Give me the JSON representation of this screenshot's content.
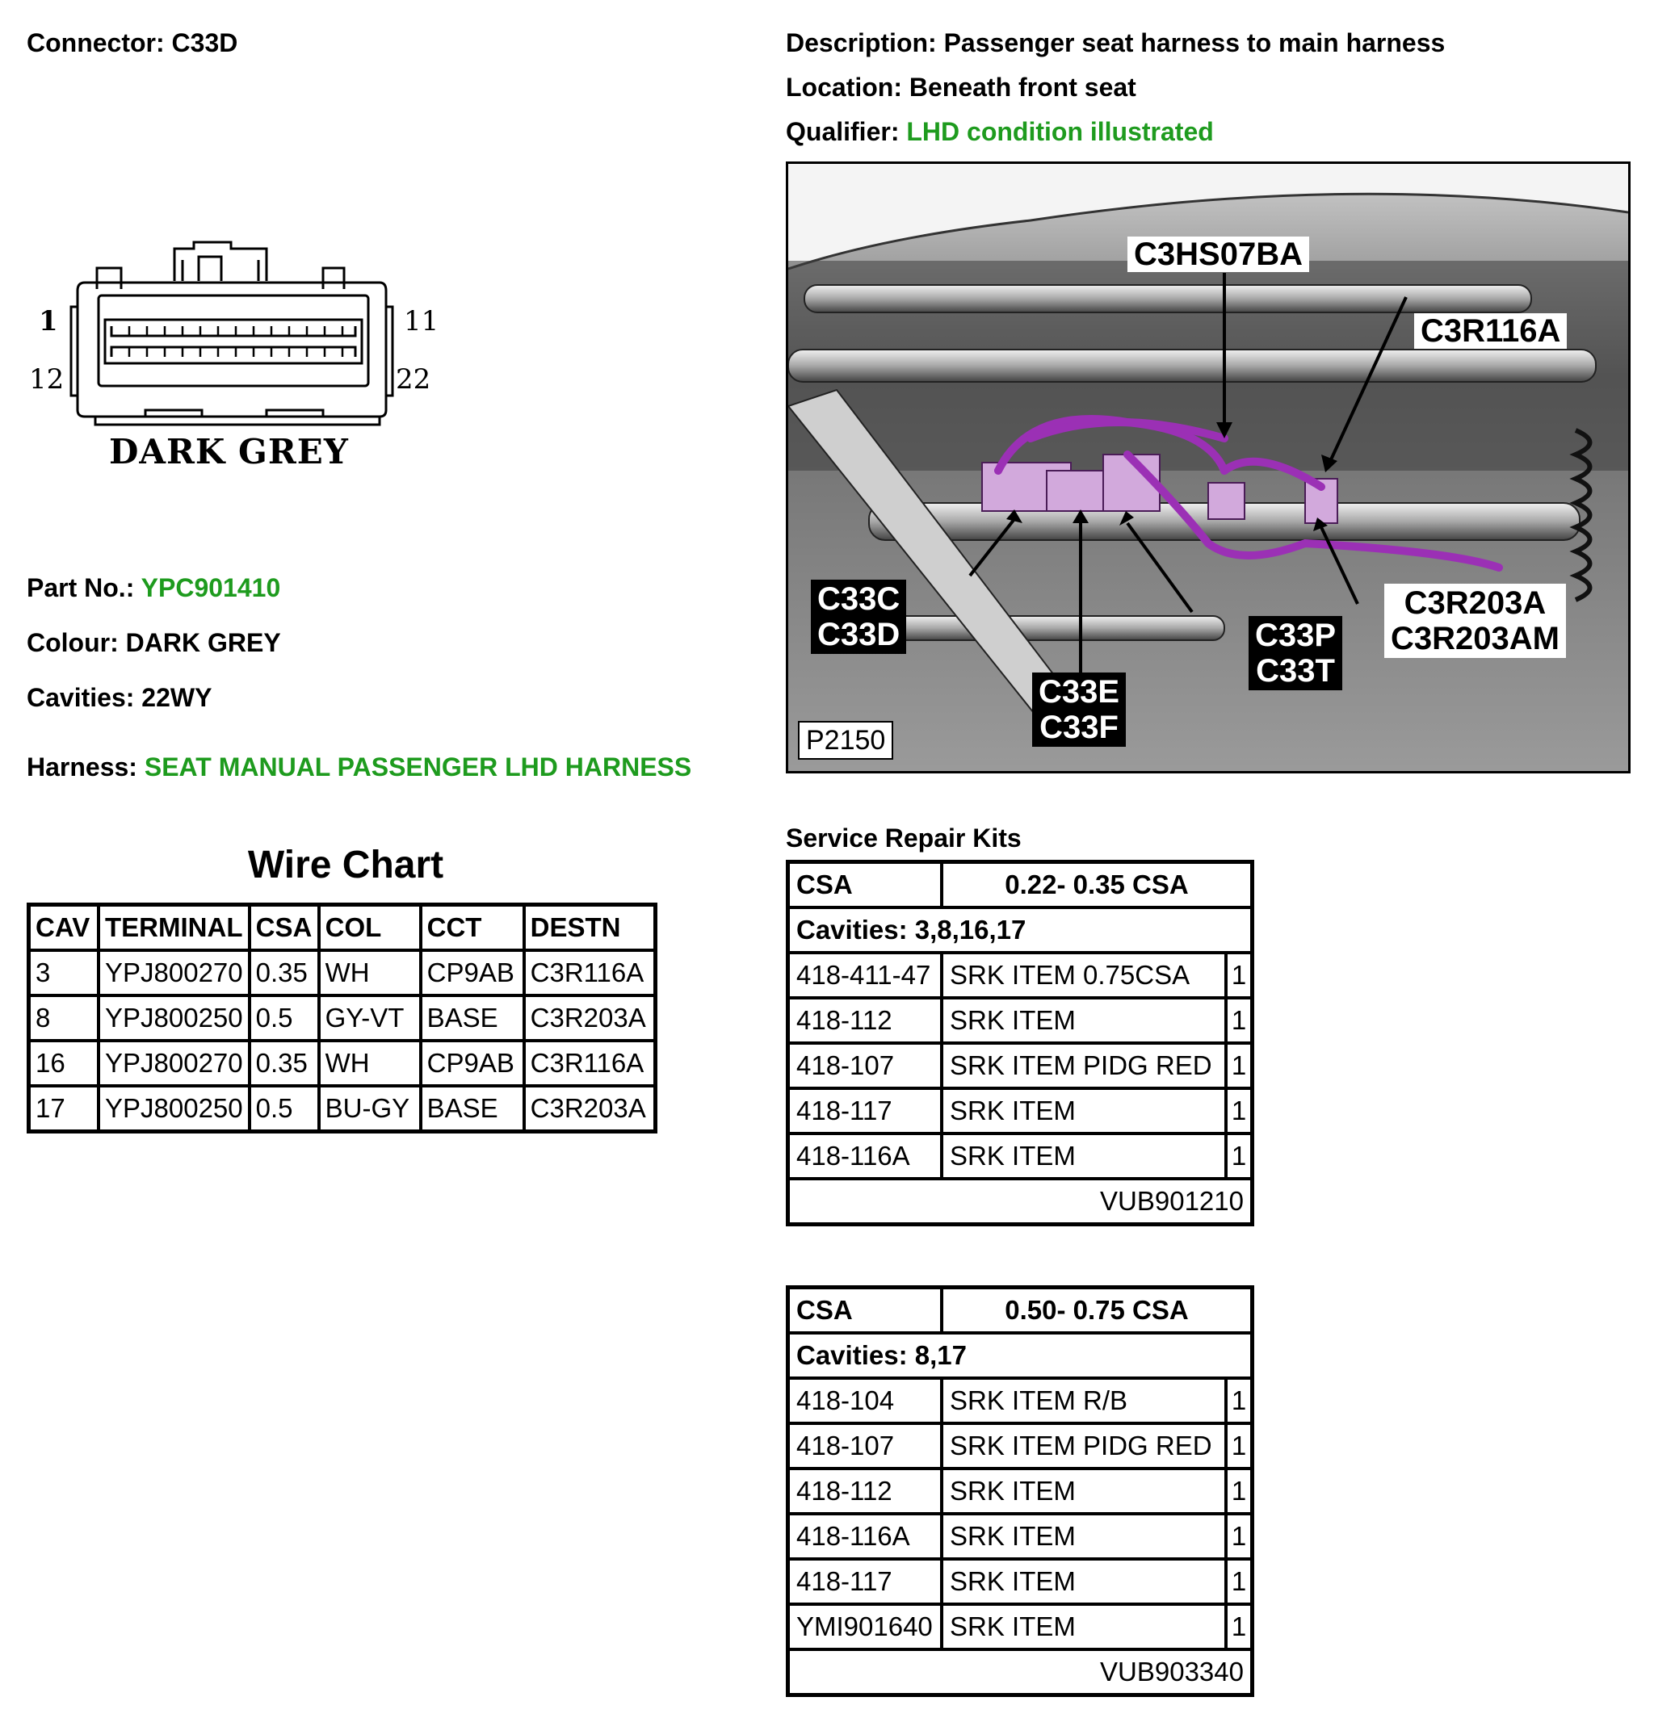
{
  "connector": {
    "label": "Connector:",
    "value": "C33D"
  },
  "description": {
    "label": "Description:",
    "value": "Passenger seat harness to main harness"
  },
  "location": {
    "label": "Location:",
    "value": "Beneath front seat"
  },
  "qualifier": {
    "label": "Qualifier:",
    "value": "LHD condition illustrated"
  },
  "diagram": {
    "pin_top_left": "1",
    "pin_top_right": "11",
    "pin_bottom_left": "12",
    "pin_bottom_right": "22",
    "colour_label": "DARK GREY"
  },
  "part_no": {
    "label": "Part No.:",
    "value": "YPC901410"
  },
  "colour": {
    "label": "Colour:",
    "value": "DARK GREY"
  },
  "cavities": {
    "label": "Cavities:",
    "value": "22WY"
  },
  "harness": {
    "label": "Harness:",
    "value": "SEAT MANUAL PASSENGER LHD HARNESS"
  },
  "photo": {
    "code": "P2150",
    "callouts": {
      "c3hs07ba": "C3HS07BA",
      "c3r116a": "C3R116A",
      "c33c": "C33C",
      "c33d": "C33D",
      "c33e": "C33E",
      "c33f": "C33F",
      "c33p": "C33P",
      "c33t": "C33T",
      "c3r203a": "C3R203A",
      "c3r203am": "C3R203AM"
    },
    "harness_color": "#9b30b5"
  },
  "wire_chart": {
    "title": "Wire Chart",
    "headers": [
      "CAV",
      "TERMINAL",
      "CSA",
      "COL",
      "CCT",
      "DESTN"
    ],
    "rows": [
      [
        "3",
        "YPJ800270",
        "0.35",
        "WH",
        "CP9AB",
        "C3R116A"
      ],
      [
        "8",
        "YPJ800250",
        "0.5",
        "GY-VT",
        "BASE",
        "C3R203A"
      ],
      [
        "16",
        "YPJ800270",
        "0.35",
        "WH",
        "CP9AB",
        "C3R116A"
      ],
      [
        "17",
        "YPJ800250",
        "0.5",
        "BU-GY",
        "BASE",
        "C3R203A"
      ]
    ]
  },
  "service_repair_kits": {
    "title": "Service Repair Kits",
    "kits": [
      {
        "csa_label": "CSA",
        "csa_range": "0.22- 0.35 CSA",
        "cavities": "Cavities: 3,8,16,17",
        "items": [
          [
            "418-411-47",
            "SRK ITEM 0.75CSA",
            "1"
          ],
          [
            "418-112",
            "SRK ITEM",
            "1"
          ],
          [
            "418-107",
            "SRK ITEM PIDG RED",
            "1"
          ],
          [
            "418-117",
            "SRK ITEM",
            "1"
          ],
          [
            "418-116A",
            "SRK ITEM",
            "1"
          ]
        ],
        "kit_number": "VUB901210"
      },
      {
        "csa_label": "CSA",
        "csa_range": "0.50- 0.75 CSA",
        "cavities": "Cavities: 8,17",
        "items": [
          [
            "418-104",
            "SRK ITEM R/B",
            "1"
          ],
          [
            "418-107",
            "SRK ITEM PIDG RED",
            "1"
          ],
          [
            "418-112",
            "SRK ITEM",
            "1"
          ],
          [
            "418-116A",
            "SRK ITEM",
            "1"
          ],
          [
            "418-117",
            "SRK ITEM",
            "1"
          ],
          [
            "YMI901640",
            "SRK ITEM",
            "1"
          ]
        ],
        "kit_number": "VUB903340"
      }
    ]
  }
}
